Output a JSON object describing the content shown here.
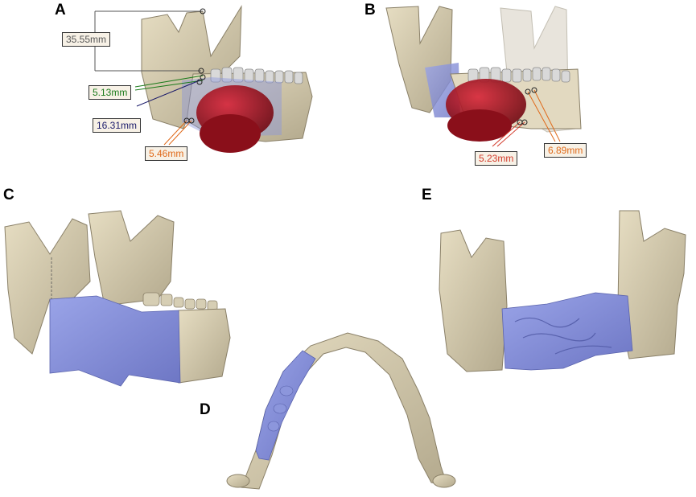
{
  "panels": {
    "a": {
      "letter": "A"
    },
    "b": {
      "letter": "B"
    },
    "c": {
      "letter": "C"
    },
    "d": {
      "letter": "D"
    },
    "e": {
      "letter": "E"
    }
  },
  "measurements": {
    "a": [
      {
        "text": "35.55mm",
        "color": "#555555"
      },
      {
        "text": "5.13mm",
        "color": "#1a7a1a"
      },
      {
        "text": "16.31mm",
        "color": "#1a1a6a"
      },
      {
        "text": "5.46mm",
        "color": "#e06a1a"
      }
    ],
    "b": [
      {
        "text": "5.23mm",
        "color": "#d23a2a"
      },
      {
        "text": "6.89mm",
        "color": "#e06a1a"
      }
    ]
  },
  "colors": {
    "bone": "#d8cfb3",
    "bone_shadow": "#a89f84",
    "graft": "#8c96dc",
    "tumor": "#a81622",
    "tumor_dark": "#6e0a12"
  }
}
